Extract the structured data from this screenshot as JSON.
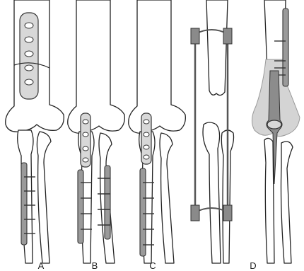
{
  "figure": {
    "panels": [
      {
        "id": "A",
        "label": "A"
      },
      {
        "id": "B",
        "label": "B"
      },
      {
        "id": "C",
        "label": "C"
      },
      {
        "id": "D",
        "label": "D"
      }
    ],
    "colors": {
      "bone_outline": "#222222",
      "plate_fill": "#d8d8d8",
      "implant_dark": "#8a8a8a",
      "callus_fill": "#d4d4d4"
    }
  }
}
